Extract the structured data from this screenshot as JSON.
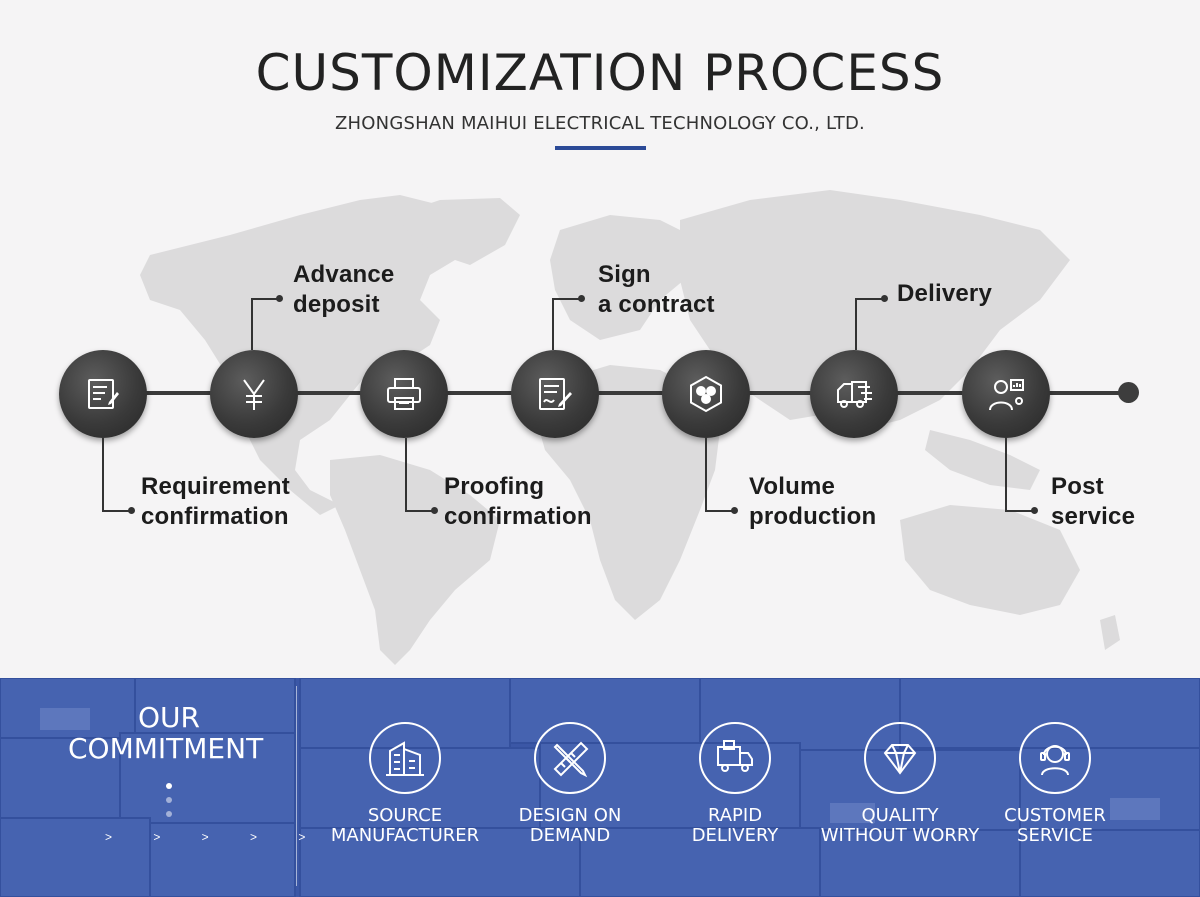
{
  "header": {
    "title": "CUSTOMIZATION PROCESS",
    "subtitle": "ZHONGSHAN MAIHUI ELECTRICAL TECHNOLOGY CO., LTD."
  },
  "process": {
    "steps": [
      {
        "label_line1": "Requirement",
        "label_line2": "confirmation",
        "icon": "document-edit-icon"
      },
      {
        "label_line1": "Advance",
        "label_line2": "deposit",
        "icon": "yen-icon"
      },
      {
        "label_line1": "Proofing",
        "label_line2": "confirmation",
        "icon": "printer-icon"
      },
      {
        "label_line1": "Sign",
        "label_line2": "a contract",
        "icon": "contract-sign-icon"
      },
      {
        "label_line1": "Volume",
        "label_line2": "production",
        "icon": "production-hexagon-icon"
      },
      {
        "label_line1": "Delivery",
        "label_line2": "",
        "icon": "delivery-truck-icon"
      },
      {
        "label_line1": "Post",
        "label_line2": "service",
        "icon": "support-person-icon"
      }
    ]
  },
  "commitment": {
    "title_line1": "OUR",
    "title_line2": "COMMITMENT",
    "arrows": "> > > > >",
    "items": [
      {
        "line1": "SOURCE",
        "line2": "MANUFACTURER",
        "icon": "factory-building-icon"
      },
      {
        "line1": "DESIGN ON",
        "line2": "DEMAND",
        "icon": "pencil-ruler-icon"
      },
      {
        "line1": "RAPID",
        "line2": "DELIVERY",
        "icon": "truck-box-icon"
      },
      {
        "line1": "QUALITY",
        "line2": "WITHOUT WORRY",
        "icon": "diamond-icon"
      },
      {
        "line1": "CUSTOMER",
        "line2": "SERVICE",
        "icon": "headset-agent-icon"
      }
    ]
  },
  "colors": {
    "accent": "#2b4a97",
    "bottom_bg": "#3b57a6",
    "node": "#3a3a3a"
  }
}
